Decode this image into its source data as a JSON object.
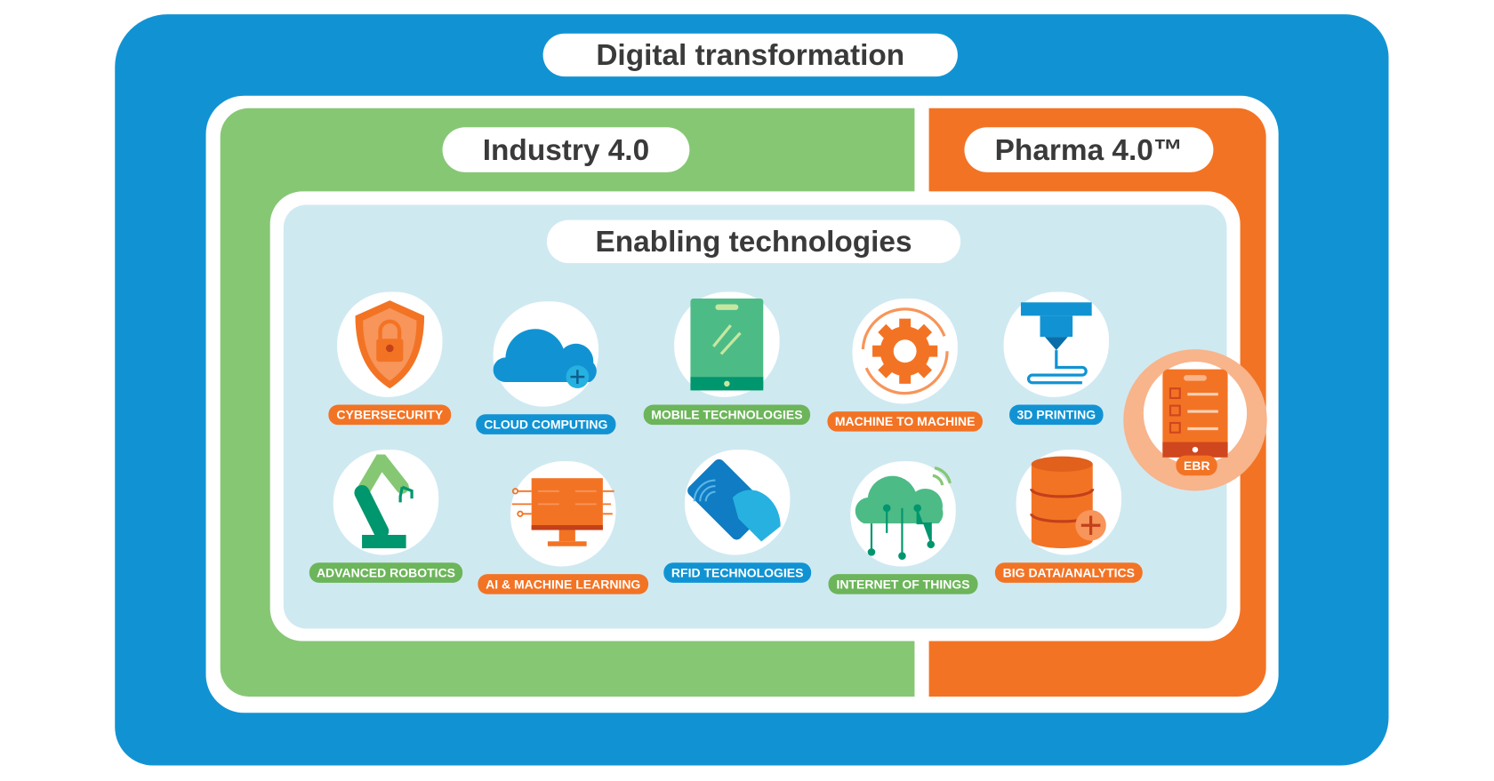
{
  "titles": {
    "digital": "Digital transformation",
    "industry": "Industry 4.0",
    "pharma": "Pharma 4.0™",
    "enabling": "Enabling technologies"
  },
  "technologies": [
    {
      "label": "CYBERSECURITY",
      "icon": "shield-lock-icon",
      "color": "#f37324"
    },
    {
      "label": "CLOUD COMPUTING",
      "icon": "cloud-plus-icon",
      "color": "#1193d3"
    },
    {
      "label": "MOBILE TECHNOLOGIES",
      "icon": "tablet-icon",
      "color": "#6cb55a"
    },
    {
      "label": "MACHINE TO MACHINE",
      "icon": "gear-cycle-icon",
      "color": "#f37324"
    },
    {
      "label": "3D PRINTING",
      "icon": "3d-printer-icon",
      "color": "#1193d3"
    },
    {
      "label": "ADVANCED ROBOTICS",
      "icon": "robot-arm-icon",
      "color": "#6cb55a"
    },
    {
      "label": "AI & MACHINE LEARNING",
      "icon": "monitor-circuit-icon",
      "color": "#f37324"
    },
    {
      "label": "RFID TECHNOLOGIES",
      "icon": "rfid-card-icon",
      "color": "#1193d3"
    },
    {
      "label": "INTERNET OF THINGS",
      "icon": "iot-cloud-icon",
      "color": "#6cb55a"
    },
    {
      "label": "BIG DATA/ANALYTICS",
      "icon": "database-plus-icon",
      "color": "#f37324"
    }
  ],
  "ebr": {
    "label": "EBR",
    "icon": "checklist-tablet-icon"
  }
}
